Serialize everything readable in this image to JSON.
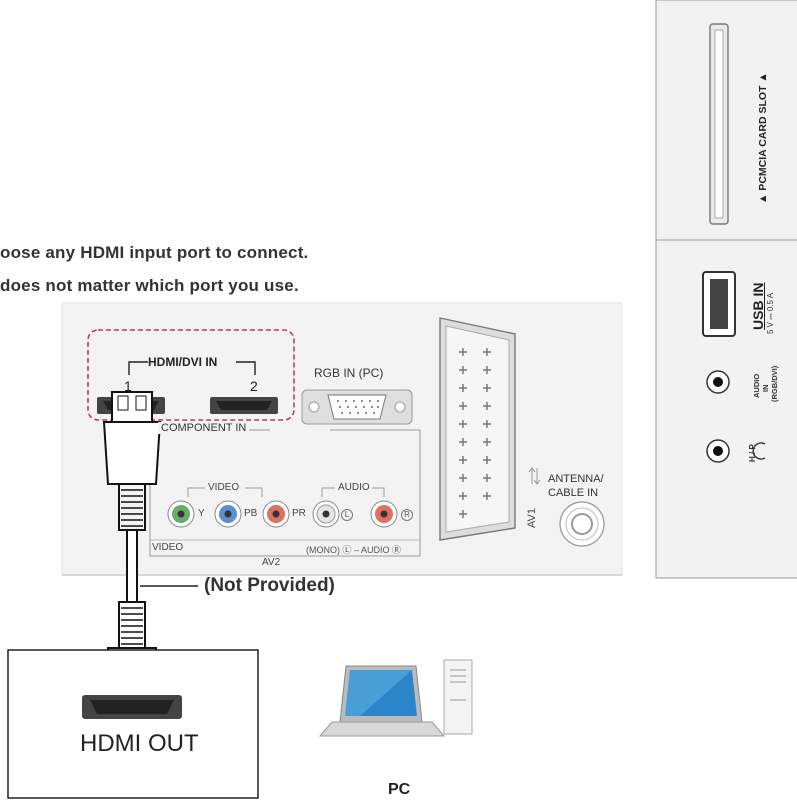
{
  "instructions": {
    "line1": "oose any HDMI input port to connect.",
    "line2": "does not matter which port you use."
  },
  "panel": {
    "hdmi_dvi_in": "HDMI/DVI IN",
    "port1": "1",
    "port2": "2",
    "rgb_in": "RGB IN (PC)",
    "component_in": "COMPONENT IN",
    "video": "VIDEO",
    "audio": "AUDIO",
    "y": "Y",
    "pb": "PB",
    "pr": "PR",
    "l": "L",
    "r": "R",
    "video_bottom": "VIDEO",
    "mono_audio": "(MONO) Ⓛ – AUDIO Ⓡ",
    "av2": "AV2",
    "av1": "AV1",
    "antenna": "ANTENNA/",
    "cable_in": "CABLE IN"
  },
  "side_panel": {
    "pcmcia": "▲ PCMCIA CARD SLOT ▲",
    "usb_in": "USB IN",
    "usb_spec": "5 V ⎓ 0.5 A",
    "audio_in_1": "AUDIO",
    "audio_in_2": "IN",
    "audio_in_3": "(RGB/DVI)",
    "hp": "H / P"
  },
  "cable_label": "(Not Provided)",
  "device": {
    "hdmi_out": "HDMI OUT",
    "pc_label": "PC"
  },
  "colors": {
    "dashed_highlight": "#c0395a",
    "y_jack": "#6aaa6a",
    "pb_jack": "#5a8fd0",
    "pr_jack": "#e07060",
    "r_jack": "#e07060",
    "panel_bg": "#f2f2f2"
  }
}
